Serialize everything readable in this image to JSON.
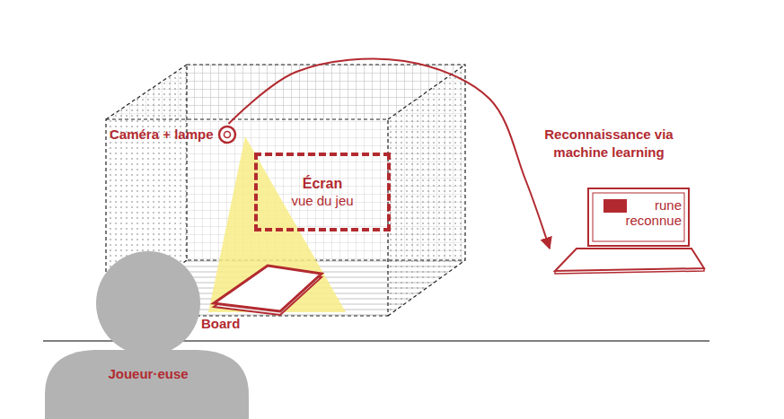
{
  "diagram": {
    "nodes": [
      {
        "text": [
          "Caméra + lampe"
        ]
      },
      {
        "text": [
          "Écran",
          "vue du jeu"
        ]
      },
      {
        "text": [
          "Board"
        ]
      },
      {
        "text": [
          "Joueur·euse"
        ]
      },
      {
        "text": [
          "rune reconnue"
        ]
      }
    ],
    "edges": [
      {
        "from": 0,
        "to": 4,
        "arrow": "to",
        "label": "Reconnaissance via machine learning"
      }
    ]
  }
}
